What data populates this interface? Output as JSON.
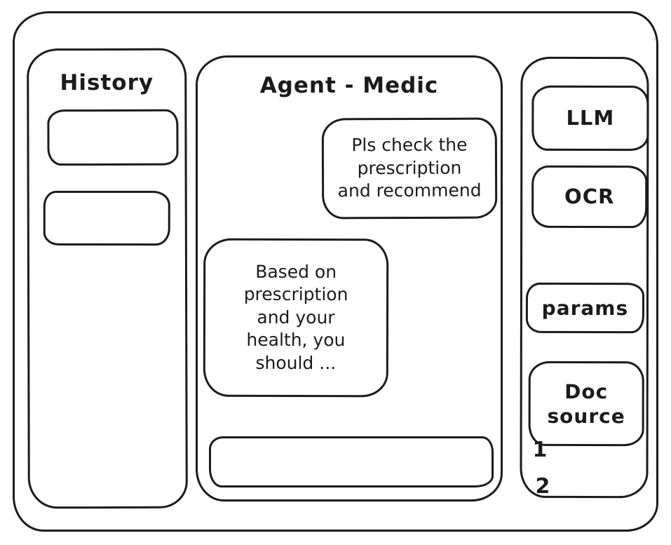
{
  "colors": {
    "ink": "#1b1b1b",
    "background": "#ffffff"
  },
  "history": {
    "title": "History",
    "items": [
      {
        "label": ""
      },
      {
        "label": ""
      }
    ]
  },
  "chat": {
    "title": "Agent - Medic",
    "messages": [
      {
        "role": "user",
        "text": "Pls check the\nprescription\nand recommend"
      },
      {
        "role": "assistant",
        "text": "Based on\nprescription\nand your\nhealth, you\nshould ..."
      }
    ],
    "input": {
      "value": "",
      "placeholder": ""
    }
  },
  "tools": {
    "buttons": [
      {
        "label": "LLM"
      },
      {
        "label": "OCR"
      },
      {
        "label": "params"
      },
      {
        "label": "Doc\nsource"
      }
    ],
    "doc_source_items": [
      "1",
      "2"
    ]
  }
}
